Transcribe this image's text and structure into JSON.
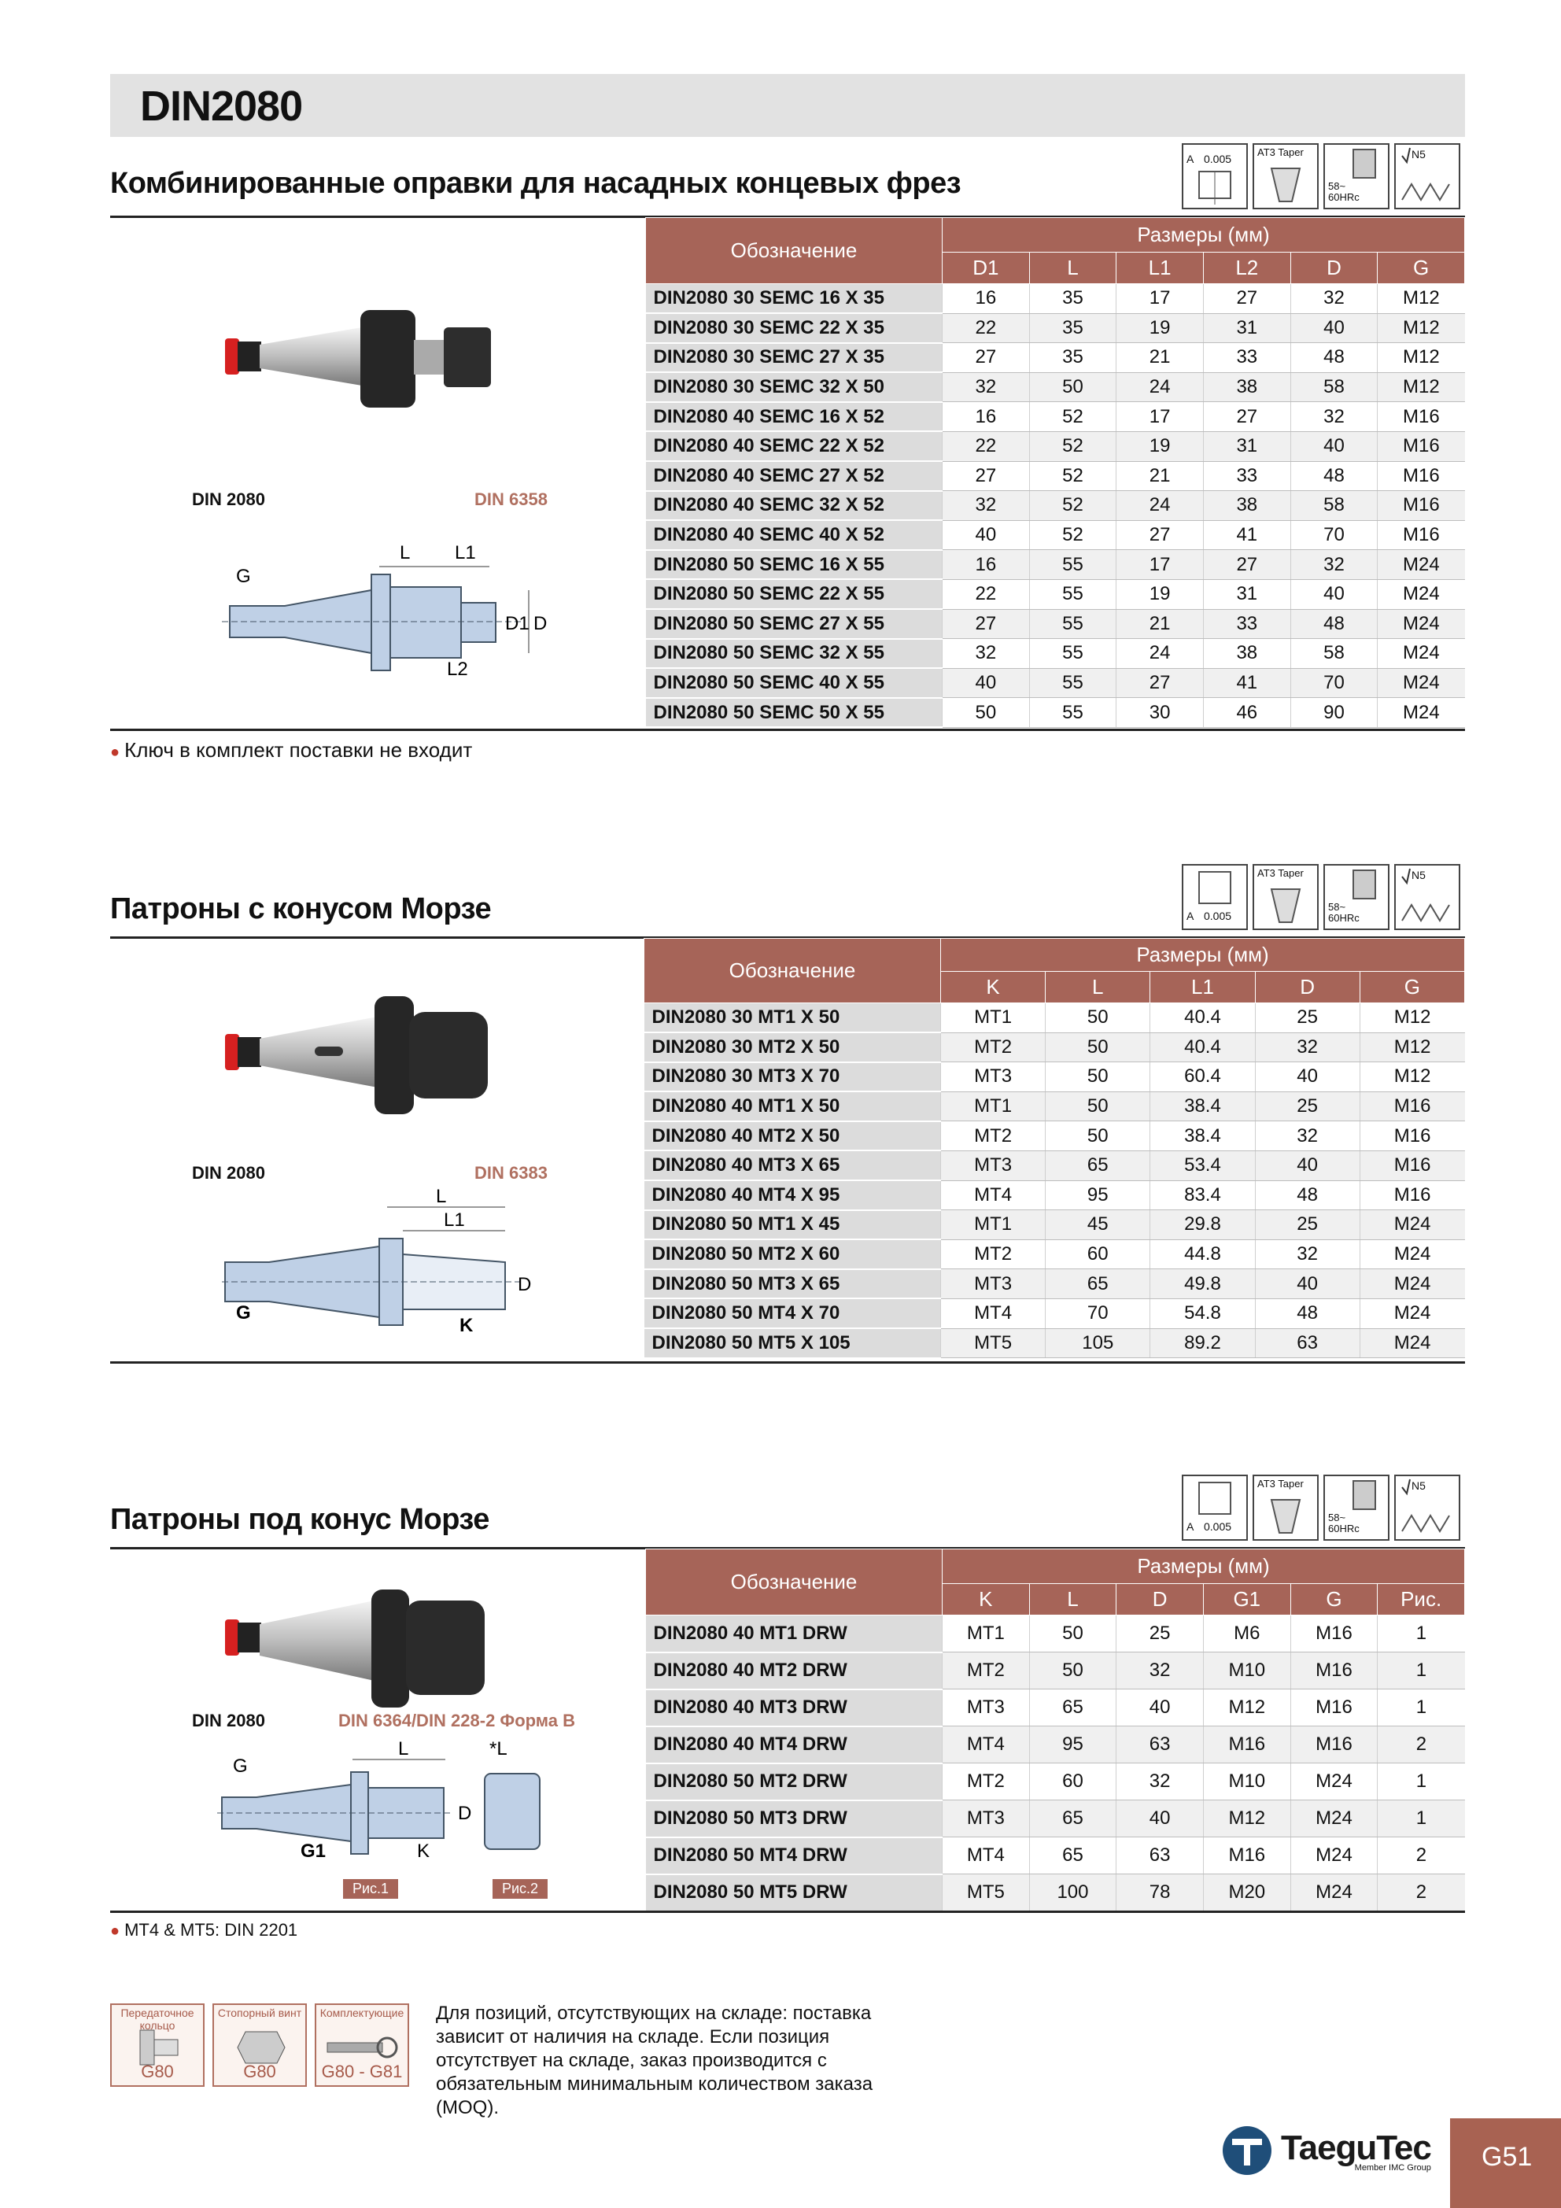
{
  "page": {
    "title": "DIN2080",
    "page_number": "G51",
    "brand": "TaeguTec",
    "brand_sub": "Member IMC Group"
  },
  "icons": {
    "runout": "0.005",
    "runout_a": "A",
    "taper": "AT3 Taper",
    "hardness": "58~\n60HRc",
    "finish": "N5"
  },
  "section1": {
    "title": "Комбинированные оправки для насадных концевых фрез",
    "label_left": "DIN 2080",
    "label_right": "DIN 6358",
    "note": "Ключ в комплект поставки не входит",
    "headers": {
      "designation": "Обозначение",
      "group": "Размеры (мм)",
      "cols": [
        "D1",
        "L",
        "L1",
        "L2",
        "D",
        "G"
      ]
    },
    "rows": [
      {
        "code": "DIN2080 30 SEMC 16 X 35",
        "vals": [
          "16",
          "35",
          "17",
          "27",
          "32",
          "M12"
        ]
      },
      {
        "code": "DIN2080 30 SEMC 22 X 35",
        "vals": [
          "22",
          "35",
          "19",
          "31",
          "40",
          "M12"
        ]
      },
      {
        "code": "DIN2080 30 SEMC 27 X 35",
        "vals": [
          "27",
          "35",
          "21",
          "33",
          "48",
          "M12"
        ]
      },
      {
        "code": "DIN2080 30 SEMC 32 X 50",
        "vals": [
          "32",
          "50",
          "24",
          "38",
          "58",
          "M12"
        ]
      },
      {
        "code": "DIN2080 40 SEMC 16 X 52",
        "vals": [
          "16",
          "52",
          "17",
          "27",
          "32",
          "M16"
        ]
      },
      {
        "code": "DIN2080 40 SEMC 22 X 52",
        "vals": [
          "22",
          "52",
          "19",
          "31",
          "40",
          "M16"
        ]
      },
      {
        "code": "DIN2080 40 SEMC 27 X 52",
        "vals": [
          "27",
          "52",
          "21",
          "33",
          "48",
          "M16"
        ]
      },
      {
        "code": "DIN2080 40 SEMC 32 X 52",
        "vals": [
          "32",
          "52",
          "24",
          "38",
          "58",
          "M16"
        ]
      },
      {
        "code": "DIN2080 40 SEMC 40 X 52",
        "vals": [
          "40",
          "52",
          "27",
          "41",
          "70",
          "M16"
        ]
      },
      {
        "code": "DIN2080 50 SEMC 16 X 55",
        "vals": [
          "16",
          "55",
          "17",
          "27",
          "32",
          "M24"
        ]
      },
      {
        "code": "DIN2080 50 SEMC 22 X 55",
        "vals": [
          "22",
          "55",
          "19",
          "31",
          "40",
          "M24"
        ]
      },
      {
        "code": "DIN2080 50 SEMC 27 X 55",
        "vals": [
          "27",
          "55",
          "21",
          "33",
          "48",
          "M24"
        ]
      },
      {
        "code": "DIN2080 50 SEMC 32 X 55",
        "vals": [
          "32",
          "55",
          "24",
          "38",
          "58",
          "M24"
        ]
      },
      {
        "code": "DIN2080 50 SEMC 40 X 55",
        "vals": [
          "40",
          "55",
          "27",
          "41",
          "70",
          "M24"
        ]
      },
      {
        "code": "DIN2080 50 SEMC 50 X 55",
        "vals": [
          "50",
          "55",
          "30",
          "46",
          "90",
          "M24"
        ]
      }
    ]
  },
  "section2": {
    "title": "Патроны с конусом Морзе",
    "label_left": "DIN 2080",
    "label_right": "DIN 6383",
    "headers": {
      "designation": "Обозначение",
      "group": "Размеры (мм)",
      "cols": [
        "K",
        "L",
        "L1",
        "D",
        "G"
      ]
    },
    "rows": [
      {
        "code": "DIN2080 30 MT1 X 50",
        "vals": [
          "MT1",
          "50",
          "40.4",
          "25",
          "M12"
        ]
      },
      {
        "code": "DIN2080 30 MT2 X 50",
        "vals": [
          "MT2",
          "50",
          "40.4",
          "32",
          "M12"
        ]
      },
      {
        "code": "DIN2080 30 MT3 X 70",
        "vals": [
          "MT3",
          "50",
          "60.4",
          "40",
          "M12"
        ]
      },
      {
        "code": "DIN2080 40 MT1 X 50",
        "vals": [
          "MT1",
          "50",
          "38.4",
          "25",
          "M16"
        ]
      },
      {
        "code": "DIN2080 40 MT2 X 50",
        "vals": [
          "MT2",
          "50",
          "38.4",
          "32",
          "M16"
        ]
      },
      {
        "code": "DIN2080 40 MT3 X 65",
        "vals": [
          "MT3",
          "65",
          "53.4",
          "40",
          "M16"
        ]
      },
      {
        "code": "DIN2080 40 MT4 X 95",
        "vals": [
          "MT4",
          "95",
          "83.4",
          "48",
          "M16"
        ]
      },
      {
        "code": "DIN2080 50 MT1 X 45",
        "vals": [
          "MT1",
          "45",
          "29.8",
          "25",
          "M24"
        ]
      },
      {
        "code": "DIN2080 50 MT2 X 60",
        "vals": [
          "MT2",
          "60",
          "44.8",
          "32",
          "M24"
        ]
      },
      {
        "code": "DIN2080 50 MT3 X 65",
        "vals": [
          "MT3",
          "65",
          "49.8",
          "40",
          "M24"
        ]
      },
      {
        "code": "DIN2080 50 MT4 X 70",
        "vals": [
          "MT4",
          "70",
          "54.8",
          "48",
          "M24"
        ]
      },
      {
        "code": "DIN2080 50 MT5 X 105",
        "vals": [
          "MT5",
          "105",
          "89.2",
          "63",
          "M24"
        ]
      }
    ]
  },
  "section3": {
    "title": "Патроны под конус Морзе",
    "label_left": "DIN 2080",
    "label_right": "DIN 6364/DIN 228-2 Форма B",
    "fig1": "Рис.1",
    "fig2": "Рис.2",
    "note": "MT4 & MT5: DIN 2201",
    "headers": {
      "designation": "Обозначение",
      "group": "Размеры (мм)",
      "cols": [
        "K",
        "L",
        "D",
        "G1",
        "G",
        "Рис."
      ]
    },
    "rows": [
      {
        "code": "DIN2080 40 MT1 DRW",
        "vals": [
          "MT1",
          "50",
          "25",
          "M6",
          "M16",
          "1"
        ]
      },
      {
        "code": "DIN2080 40 MT2 DRW",
        "vals": [
          "MT2",
          "50",
          "32",
          "M10",
          "M16",
          "1"
        ]
      },
      {
        "code": "DIN2080 40 MT3 DRW",
        "vals": [
          "MT3",
          "65",
          "40",
          "M12",
          "M16",
          "1"
        ]
      },
      {
        "code": "DIN2080 40 MT4 DRW",
        "vals": [
          "MT4",
          "95",
          "63",
          "M16",
          "M16",
          "2"
        ]
      },
      {
        "code": "DIN2080 50 MT2 DRW",
        "vals": [
          "MT2",
          "60",
          "32",
          "M10",
          "M24",
          "1"
        ]
      },
      {
        "code": "DIN2080 50 MT3 DRW",
        "vals": [
          "MT3",
          "65",
          "40",
          "M12",
          "M24",
          "1"
        ]
      },
      {
        "code": "DIN2080 50 MT4 DRW",
        "vals": [
          "MT4",
          "65",
          "63",
          "M16",
          "M24",
          "2"
        ]
      },
      {
        "code": "DIN2080 50 MT5 DRW",
        "vals": [
          "MT5",
          "100",
          "78",
          "M20",
          "M24",
          "2"
        ]
      }
    ]
  },
  "footer": {
    "boxes": [
      {
        "title": "Передаточное кольцо",
        "page": "G80"
      },
      {
        "title": "Стопорный винт",
        "page": "G80"
      },
      {
        "title": "Комплектующие",
        "page": "G80 - G81"
      }
    ],
    "text": "Для позиций, отсутствующих на складе: поставка зависит от наличия на складе. Если позиция отсутствует на складе, заказ производится с обязательным минимальным количеством заказа (MOQ)."
  }
}
